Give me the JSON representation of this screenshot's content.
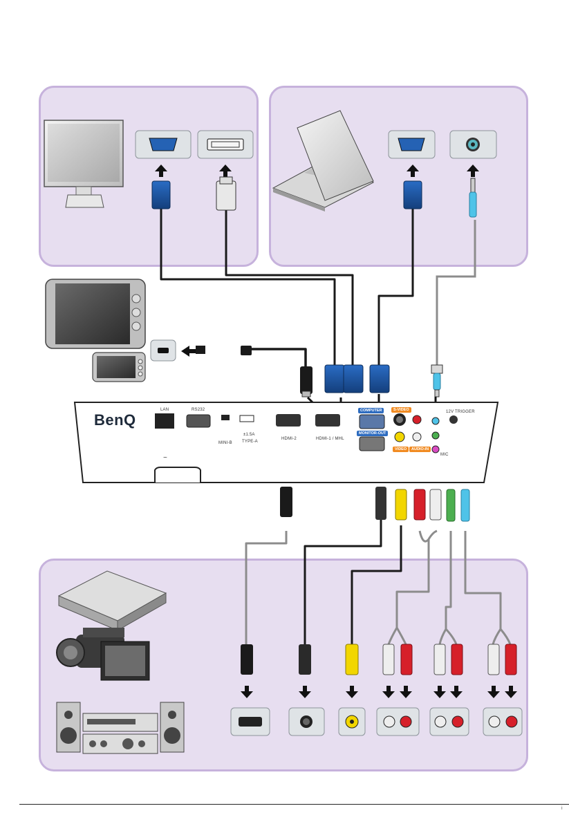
{
  "projector": {
    "logo": "BenQ",
    "labels": {
      "lan": "LAN",
      "rs232": "RS232",
      "usb_mini": "MINI-B",
      "usb_typea": "TYPE-A",
      "usb_power": "±1.5A",
      "hdmi2": "HDMI-2",
      "hdmi1": "HDMI-1 / MHL",
      "computer": "COMPUTER",
      "monitor_out": "MONITOR-OUT",
      "svideo": "S-VIDEO",
      "video": "VIDEO",
      "audio_in": "AUDIO-IN",
      "trigger": "12V TRIGGER",
      "mic": "MIC",
      "power": "~"
    }
  },
  "colors": {
    "panel_fill": "#e7def0",
    "panel_border": "#c6b2dc",
    "vga_blue": "#1f5aa6",
    "cable_black": "#1a1a1a",
    "cable_gray": "#8a8a8a",
    "rca_yellow": "#f2d600",
    "rca_red": "#d6202a",
    "rca_white": "#e8e8e8",
    "jack_green": "#4caf50",
    "jack_blue": "#4fc3e8"
  },
  "icons": [
    "monitor-icon",
    "laptop-icon",
    "tablet-icon",
    "smartphone-icon",
    "dvd-player-icon",
    "camcorder-icon",
    "stereo-system-icon",
    "arrow-up-icon",
    "arrow-down-icon",
    "arrow-left-icon"
  ],
  "page_number": "i"
}
